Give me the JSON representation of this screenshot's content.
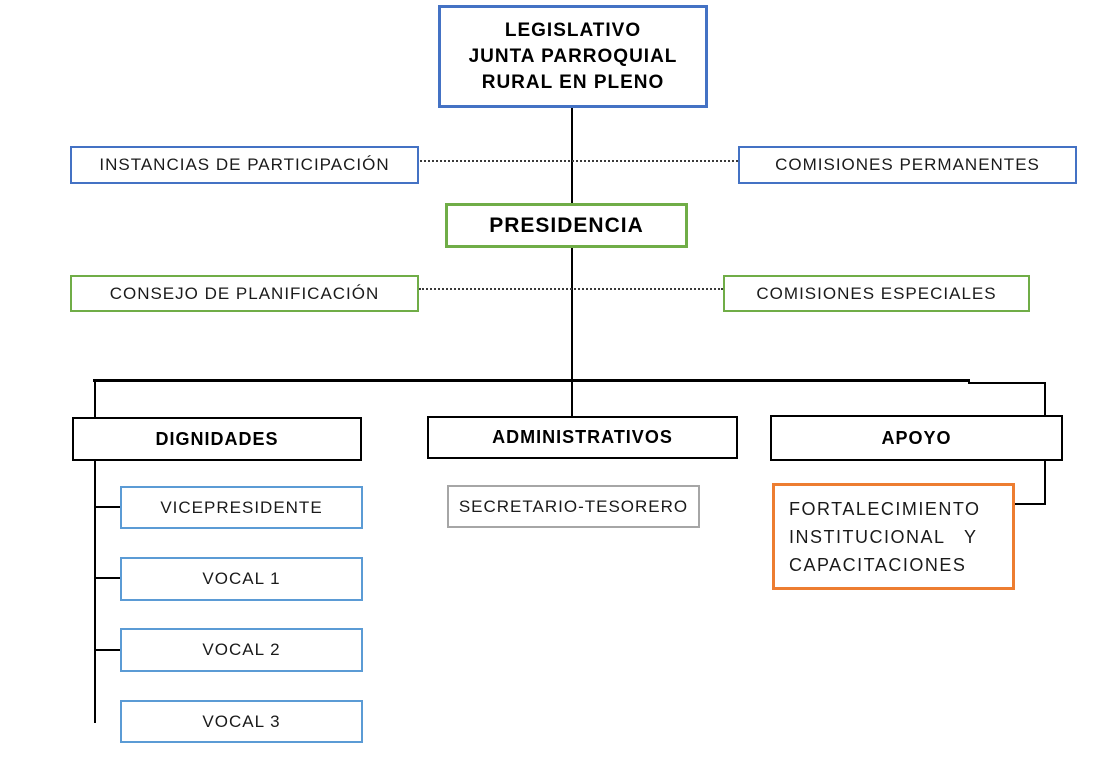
{
  "diagram": {
    "type": "org-chart",
    "title": "Organigrama Junta Parroquial Rural"
  },
  "nodes": {
    "legislativo": {
      "label": "LEGISLATIVO\nJUNTA PARROQUIAL\nRURAL EN PLENO"
    },
    "instancias": {
      "label": "INSTANCIAS DE PARTICIPACIÓN"
    },
    "comisiones_permanentes": {
      "label": "COMISIONES PERMANENTES"
    },
    "presidencia": {
      "label": "PRESIDENCIA"
    },
    "consejo_planificacion": {
      "label": "CONSEJO DE PLANIFICACIÓN"
    },
    "comisiones_especiales": {
      "label": "COMISIONES ESPECIALES"
    },
    "dignidades": {
      "label": "DIGNIDADES"
    },
    "administrativos": {
      "label": "ADMINISTRATIVOS"
    },
    "apoyo": {
      "label": "APOYO"
    },
    "vicepresidente": {
      "label": "VICEPRESIDENTE"
    },
    "vocal1": {
      "label": "VOCAL 1"
    },
    "vocal2": {
      "label": "VOCAL 2"
    },
    "vocal3": {
      "label": "VOCAL 3"
    },
    "secretario_tesorero": {
      "label": "SECRETARIO-TESORERO"
    },
    "fortalecimiento": {
      "label": "FORTALECIMIENTO\nINSTITUCIONAL   Y\nCAPACITACIONES"
    }
  },
  "colors": {
    "blue_border": "#4472C4",
    "light_blue_border": "#5B9BD5",
    "green_border": "#70AD47",
    "orange_border": "#ED7D31",
    "gray_border": "#A6A6A6",
    "connector_line": "#000000",
    "dotted_line": "#3a3a3a",
    "background": "#FFFFFF"
  }
}
